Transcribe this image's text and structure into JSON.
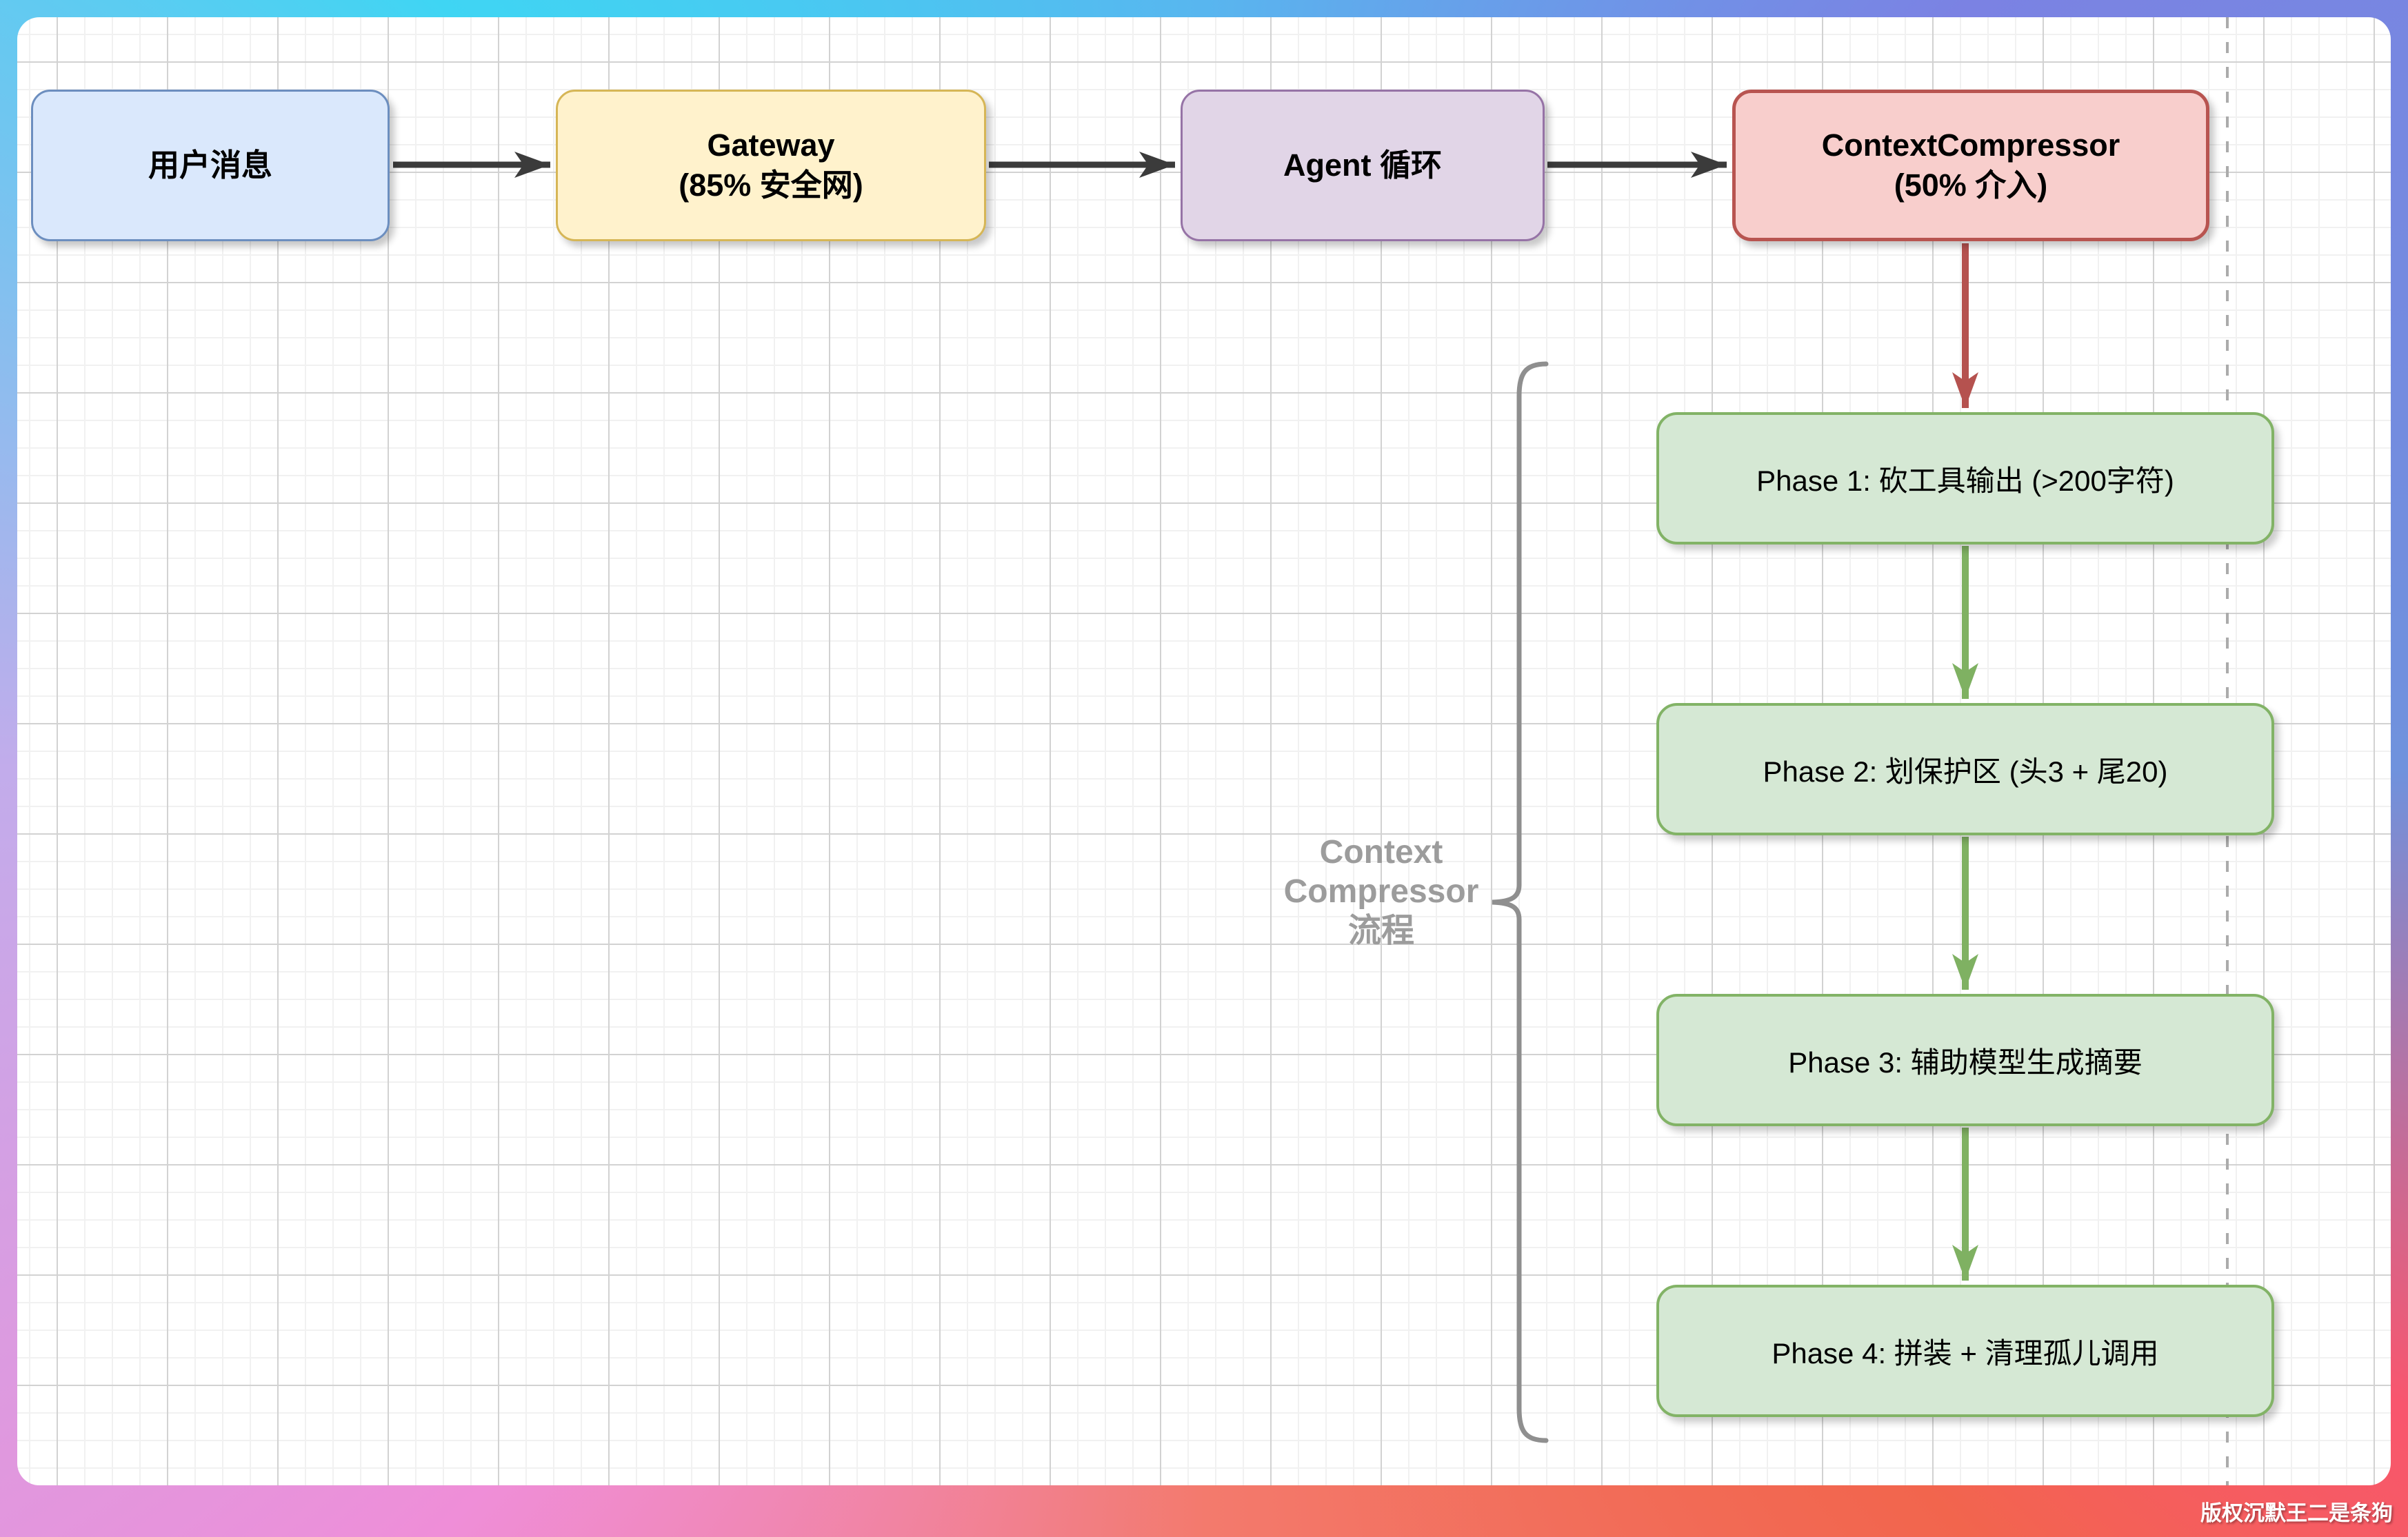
{
  "diagram": {
    "nodes": {
      "user_message": {
        "label": "用户消息"
      },
      "gateway": {
        "line1": "Gateway",
        "line2": "(85% 安全网)"
      },
      "agent_loop": {
        "label": "Agent 循环"
      },
      "context_compressor": {
        "line1": "ContextCompressor",
        "line2": "(50% 介入)"
      }
    },
    "phases": [
      {
        "label": "Phase 1: 砍工具输出 (>200字符)"
      },
      {
        "label": "Phase 2: 划保护区 (头3 + 尾20)"
      },
      {
        "label": "Phase 3: 辅助模型生成摘要"
      },
      {
        "label": "Phase 4: 拼装 + 清理孤儿调用"
      }
    ],
    "brace_label": {
      "line1": "Context",
      "line2": "Compressor",
      "line3": "流程"
    },
    "watermark": "版权沉默王二是条狗",
    "colors": {
      "user_fill": "#dae8fc",
      "user_border": "#6c8ebf",
      "gateway_fill": "#fff2cc",
      "gateway_border": "#d6b656",
      "agent_fill": "#e1d5e7",
      "agent_border": "#9673a6",
      "compressor_fill": "#f8cecc",
      "compressor_border": "#b85450",
      "phase_fill": "#d5e8d4",
      "phase_border": "#82b366",
      "arrow_black": "#3b3b3b",
      "arrow_red": "#b5524f",
      "arrow_green": "#7fb162",
      "brace_gray": "#8f8f8f",
      "brace_label_gray": "#9c9c9c",
      "frame_top_left": "#3fd5f3",
      "frame_top_right": "#7b82e3",
      "frame_bottom_left": "#ef8ed8",
      "frame_bottom_right": "#f2654d"
    }
  }
}
